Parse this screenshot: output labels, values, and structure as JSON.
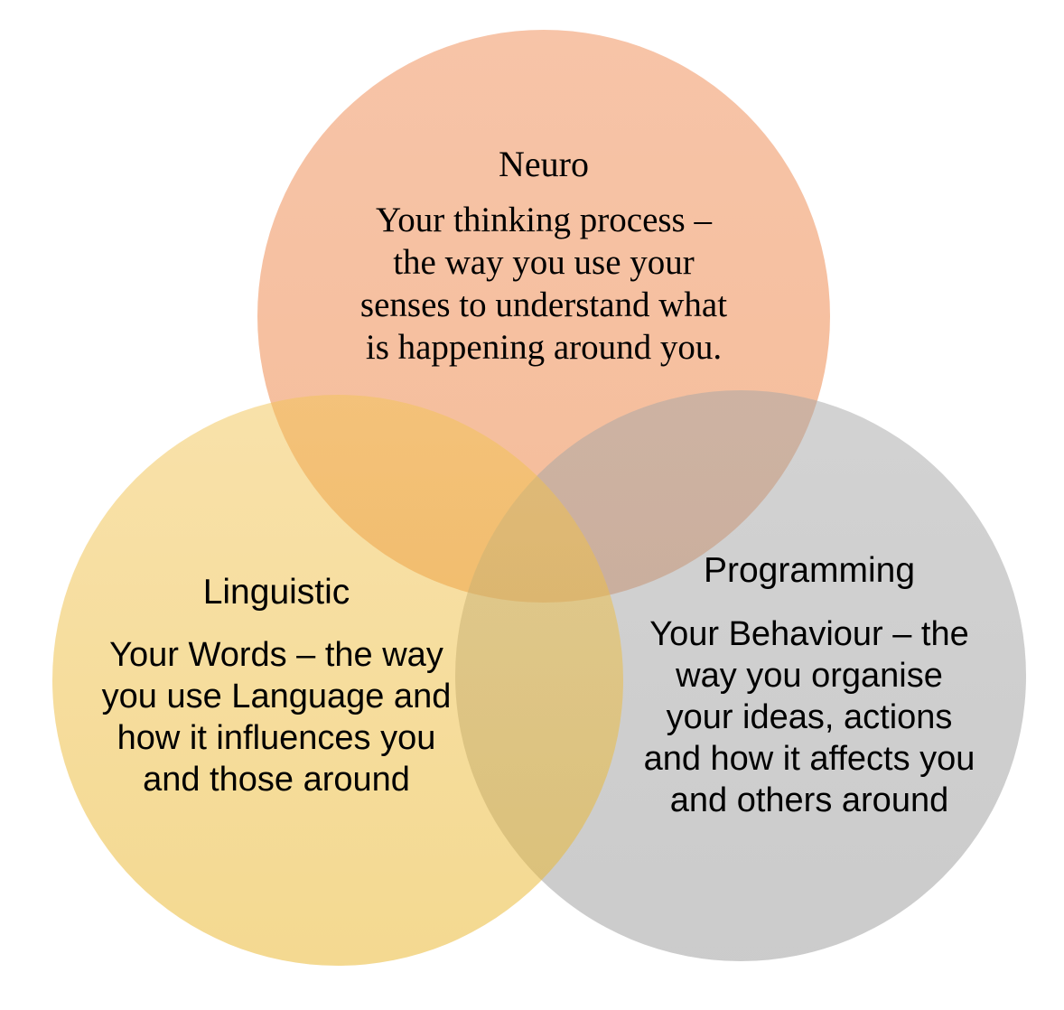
{
  "diagram": {
    "type": "venn",
    "background": "#FFFFFF",
    "text_color": "#000000",
    "circles": {
      "neuro": {
        "label": "Neuro",
        "description_lines": [
          "Your thinking process –",
          "the way you use your",
          "senses to understand what",
          "is happening around you."
        ],
        "fill_top": "#EF8951",
        "fill_bottom": "#EA7B35",
        "opacity": "0.5",
        "apparent_color": "#F6BF9F"
      },
      "linguistic": {
        "label": "Linguistic",
        "description_lines": [
          "Your Words – the way",
          "you use Language and",
          "how it influences you",
          "and those around"
        ],
        "fill_top": "#F2C455",
        "fill_bottom": "#E8B323",
        "opacity": "0.5",
        "apparent_color": "#F5DC97"
      },
      "programming": {
        "label": "Programming",
        "description_lines": [
          "Your Behaviour – the",
          "way you organise",
          "your ideas, actions",
          "and how it affects you",
          "and others around"
        ],
        "fill_top": "#A6A6A6",
        "fill_bottom": "#989898",
        "opacity": "0.5",
        "apparent_color": "#CECECE"
      }
    },
    "overlap_colors": {
      "neuro_linguistic": "#F2BC66",
      "neuro_programming": "#C9AEA0",
      "linguistic_programming": "#DFC67C",
      "center": "#DEB66A"
    }
  }
}
